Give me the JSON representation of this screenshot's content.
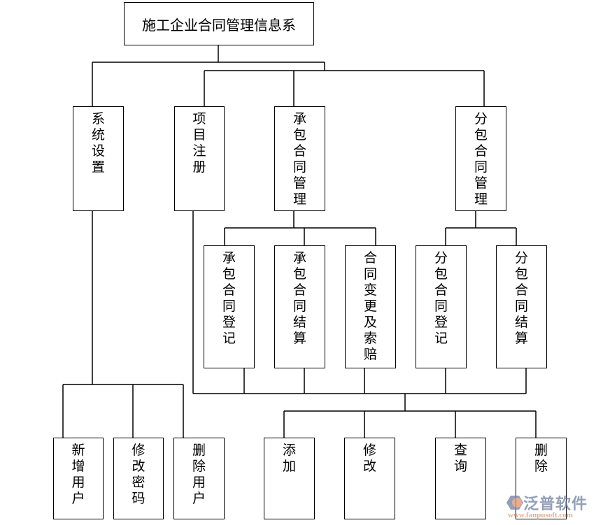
{
  "title": "施工企业合同管理信息系",
  "level1": [
    "系统设置",
    "项目注册",
    "承包合同管理",
    "分包合同管理"
  ],
  "contract_children": [
    "承包合同登记",
    "承包合同结算",
    "合同变更及索赔"
  ],
  "subcontract_children": [
    "分包合同登记",
    "分包合同结算"
  ],
  "user_ops": [
    "新增用户",
    "修改密码",
    "删除用户"
  ],
  "record_ops": [
    "添加",
    "修改",
    "查询",
    "删除"
  ],
  "watermark": {
    "name": "泛普软件",
    "url": "www.fanpusoft.com",
    "colors": {
      "name": "#6f7fa0",
      "url": "#e0926a"
    }
  }
}
